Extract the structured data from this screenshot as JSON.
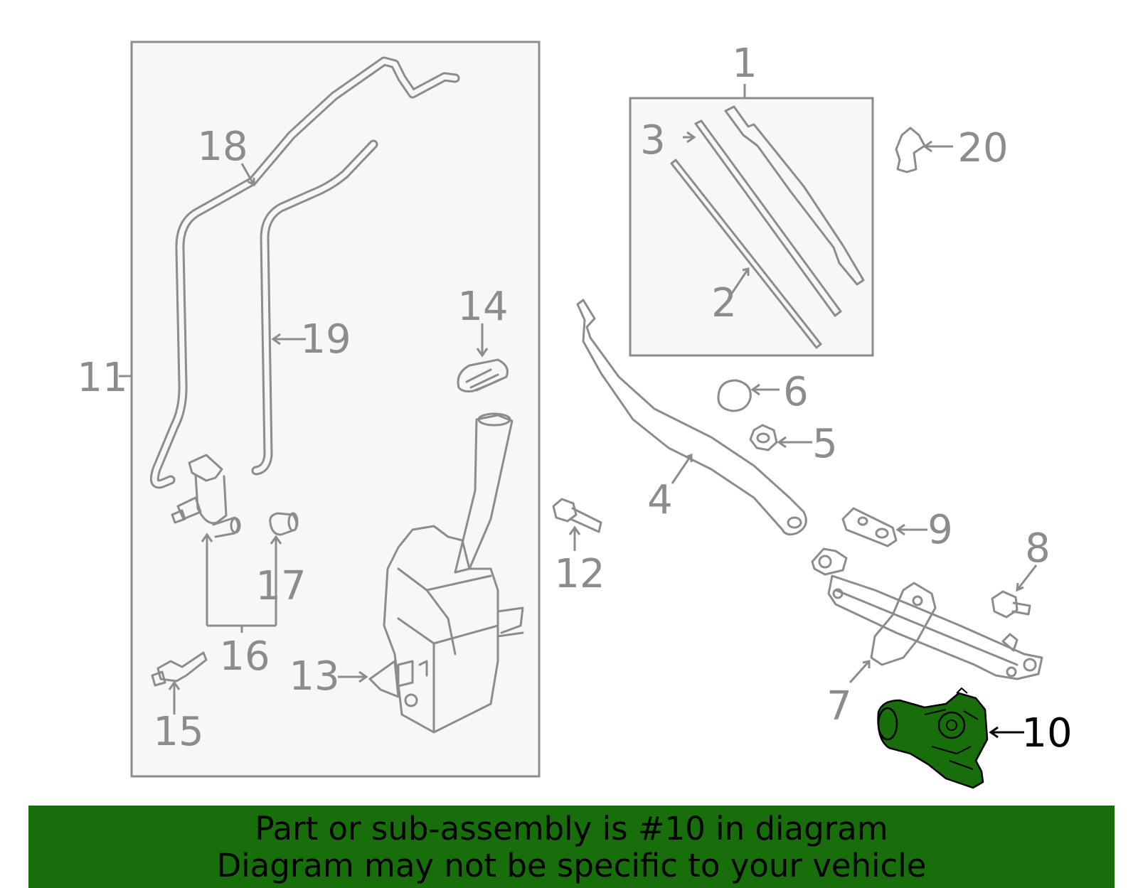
{
  "callouts": [
    {
      "id": "1",
      "label": "1"
    },
    {
      "id": "2",
      "label": "2"
    },
    {
      "id": "3",
      "label": "3"
    },
    {
      "id": "4",
      "label": "4"
    },
    {
      "id": "5",
      "label": "5"
    },
    {
      "id": "6",
      "label": "6"
    },
    {
      "id": "7",
      "label": "7"
    },
    {
      "id": "8",
      "label": "8"
    },
    {
      "id": "9",
      "label": "9"
    },
    {
      "id": "10",
      "label": "10"
    },
    {
      "id": "11",
      "label": "11"
    },
    {
      "id": "12",
      "label": "12"
    },
    {
      "id": "13",
      "label": "13"
    },
    {
      "id": "14",
      "label": "14"
    },
    {
      "id": "15",
      "label": "15"
    },
    {
      "id": "16",
      "label": "16"
    },
    {
      "id": "17",
      "label": "17"
    },
    {
      "id": "18",
      "label": "18"
    },
    {
      "id": "19",
      "label": "19"
    },
    {
      "id": "20",
      "label": "20"
    }
  ],
  "highlighted_part": "10",
  "colors": {
    "highlight": "#176e0a",
    "part_line": "#8c8c8c",
    "panel_fill": "#f7f7f7"
  },
  "banner": {
    "line1": "Part or sub-assembly is #10 in diagram",
    "line2": "Diagram may not be specific to your vehicle"
  }
}
